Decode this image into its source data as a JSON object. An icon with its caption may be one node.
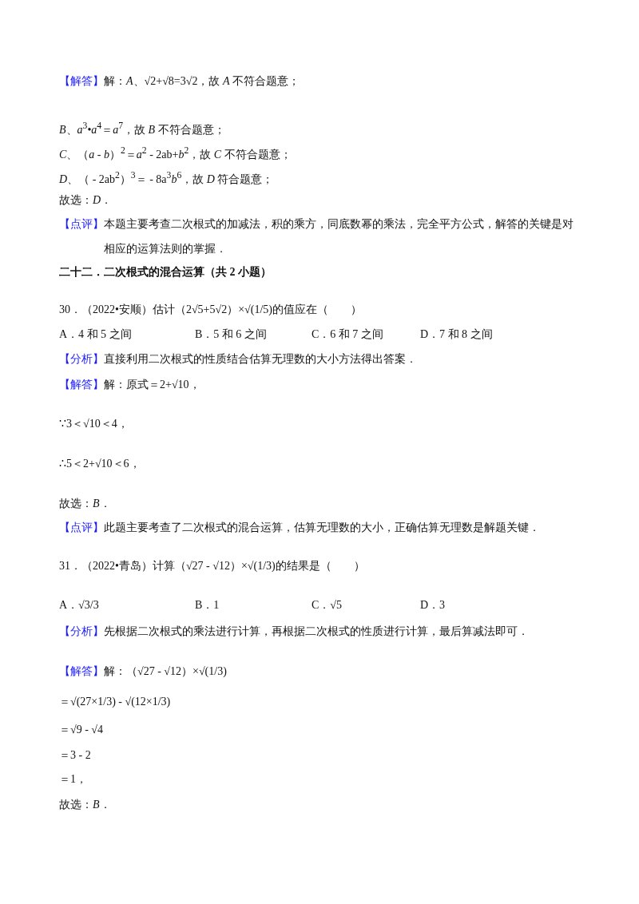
{
  "diagram": {
    "labels": [
      "【解答】",
      "解：*A*、√2+√8=3√2，故 *A* 不符合题意；",
      "*B*、*a*$^{3}$•*a*$^{4}$＝*a*$^{7}$，故 *B* 不符合题意；",
      "*C*、（*a* - *b*）$^{2}$＝*a*$^{2}$ - 2ab+*b*$^{2}$，故 *C* 不符合题意；",
      "*D*、（ - 2ab$^{2}$）$^{3}$＝ - 8a$^{3}$*b*$^{6}$，故 *D* 符合题意；",
      "故选：*D*．",
      "【点评】",
      "本题主要考查二次根式的加减法，积的乘方，同底数幂的乘法，完全平方公式，解答的关键是对相应的运算法则的掌握．",
      "二十二．二次根式的混合运算（共 2 小题）",
      "30．（2022•安顺）估计（2√5+5√2）×√(1/5)的值应在（　　）",
      "A．4 和 5 之间",
      "B．5 和 6 之间",
      "C．6 和 7 之间",
      "D．7 和 8 之间",
      "【分析】",
      "直接利用二次根式的性质结合估算无理数的大小方法得出答案．",
      "【解答】",
      "解：原式＝2+√10，",
      "∵3＜√10＜4，",
      "∴5＜2+√10＜6，",
      "故选：*B*．",
      "【点评】",
      "此题主要考查了二次根式的混合运算，估算无理数的大小，正确估算无理数是解题关键．",
      "31．（2022•青岛）计算（√27 - √12）×√(1/3)的结果是（　　）",
      "A．√3/3",
      "B．1",
      "C．√5",
      "D．3",
      "【分析】",
      "先根据二次根式的乘法进行计算，再根据二次根式的性质进行计算，最后算减法即可．",
      "【解答】",
      "解：（√27 - √12）×√(1/3)",
      "＝√(27×1/3) - √(12×1/3)",
      "＝√9 - √4",
      "＝3 - 2",
      "＝1，",
      "故选：*B*．"
    ]
  }
}
